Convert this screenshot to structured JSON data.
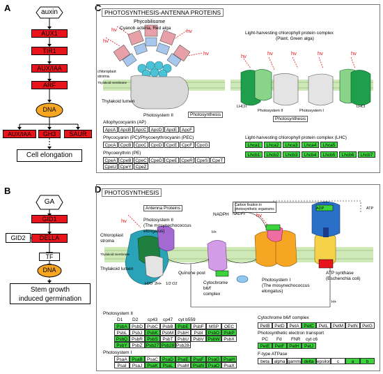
{
  "panels": {
    "A": "A",
    "B": "B",
    "C": "C",
    "D": "D"
  },
  "panelA": {
    "auxin": "auxin",
    "aux1": "AUX1",
    "tir1": "TIR1",
    "auxiaa": "AUX/IAA",
    "arf": "ARF",
    "dna": "DNA",
    "out1": "AUX/IAA",
    "out2": "GH3",
    "out3": "SAUR",
    "result": "Cell elongation"
  },
  "panelB": {
    "ga": "GA",
    "gid1": "GID1",
    "gid2": "GID2",
    "della": "DELLA",
    "tf": "TF",
    "dna": "DNA",
    "result_line1": "Stem growth",
    "result_line2": "induced germination"
  },
  "panelC": {
    "title": "PHOTOSYNTHESIS-ANTENNA PROTEINS",
    "phycobilisome": "Phycobilisome",
    "phyco_sub": "Cyanob acteria, Red alga",
    "lhc_title": "Light-harvesting chlorophyll protein complex",
    "lhc_sub": "(Plant, Green alga)",
    "hv": "hv",
    "chloroplast": "chloroplast",
    "stroma": "stroma",
    "thylakoid_membrane": "Thylakoid membrane",
    "thylakoid_lumen": "Thylakoid lumen",
    "ps2": "Photosystem II",
    "ps2b": "Photosystem II",
    "ps1": "Photosystem I",
    "photosynthesis_btn": "Photosynthesis",
    "photosynthesis_btn2": "Photosynthesis",
    "lhcii": "LHCII",
    "lhci": "LHCI",
    "ap_label": "Allophycocyanin (AP)",
    "ap": [
      "ApcA",
      "ApcB",
      "ApcC",
      "ApcD",
      "ApcE",
      "ApcF"
    ],
    "pc_label": "Phycocyanin (PC)/Phycoerythrocyanin (PEC)",
    "pc": [
      "CpcA",
      "CpcB",
      "CpcC",
      "CpcD",
      "CpcE",
      "CpcF",
      "CpcG"
    ],
    "pe_label": "Phycoerythrin (PE)",
    "pe1": [
      "CpeA",
      "CpeB",
      "CpeC",
      "CpeD",
      "CpeE",
      "CpeR",
      "CpeS",
      "CpeT"
    ],
    "pe2": [
      "CpeU",
      "CpeY",
      "CpeZ"
    ],
    "lhc_label": "Light-harvesting chlorophyll protein complex (LHC)",
    "lhca": [
      "Lhca1",
      "Lhca2",
      "Lhca3",
      "Lhca4",
      "Lhca5"
    ],
    "lhcb": [
      "Lhcb1",
      "Lhcb2",
      "Lhcb3",
      "Lhcb4",
      "Lhcb5",
      "Lhcb6",
      "Lhcb7"
    ]
  },
  "panelD": {
    "title": "PHOTOSYNTHESIS",
    "antenna_btn": "Antenna Proteins",
    "carbon_fix_line1": "Carbon fixation in",
    "carbon_fix_line2": "photosynthetic organisms",
    "nadph": "NADPH",
    "nadp": "NADP+",
    "h_plus": "H+",
    "atp": "ATP",
    "adp": "ADP",
    "hv": "hv",
    "chloroplast": "Chloroplast",
    "stroma": "stroma",
    "thylakoid_membrane": "Thylakoid membrane",
    "thylakoid_lumen": "Thylakoid lumen",
    "ps2_title": "Photosystem II",
    "ps2_sub1": "(The mosynechococcus",
    "ps2_sub2": "elongatus)",
    "quinone_pool": "Quinone pool",
    "cytb6f_1": "Cytochrome",
    "cytb6f_2": "b6/f",
    "cytb6f_3": "complex",
    "ps1_title": "Photosystem I",
    "ps1_sub1": "(The mosynechococcus",
    "ps1_sub2": "elongatus)",
    "atp_synthase_1": "ATP synthase",
    "atp_synthase_2": "(Eschenchia coli)",
    "water": "H2O",
    "o2": "1/2 O2",
    "two_h": "2H+",
    "ps2_list_label": "Photosystem II",
    "ps2_header": [
      "D1",
      "D2",
      "cp43",
      "cp47",
      "cyt b559"
    ],
    "ps2_rows": [
      [
        "PsbA",
        "PsbD",
        "PsbC",
        "PsbB",
        "PsbE",
        "PsbF",
        "MSP",
        "OEC"
      ],
      [
        "PsbL",
        "PsbJ",
        "PsbK",
        "PsbM",
        "PsbH",
        "PsbI",
        "PsbO",
        "PsbP"
      ],
      [
        "PsbQ",
        "PsbR",
        "PsbS",
        "PsbT",
        "PsbU",
        "PsbV",
        "PsbW",
        "PsbX"
      ],
      [
        "PsbY",
        "PsbZ",
        "Psb27",
        "Psb28",
        "Psb28-2"
      ]
    ],
    "ps1_list_label": "Photosystem I",
    "ps1_rows": [
      [
        "PsaA",
        "PsaB",
        "PsaC",
        "PsaD",
        "PsaE",
        "PsaF",
        "PsaG",
        "PsaH"
      ],
      [
        "PsaI",
        "PsaJ",
        "PsaK",
        "PsaL",
        "PsaM",
        "PsaN",
        "PsaO",
        "PsaX"
      ]
    ],
    "cyt_label": "Cytochrome b6/f complex",
    "cyt_row": [
      "PetB",
      "PetD",
      "PetA",
      "PetC",
      "PetL",
      "PetM",
      "PetN",
      "PetG"
    ],
    "pet_label": "Photosynthetic electron transport",
    "pet_header": [
      "PC",
      "Fd",
      "FNR",
      "cyt c6"
    ],
    "pet_row": [
      "PetE",
      "PetF",
      "PetH",
      "PetJ"
    ],
    "atpase_label": "F-type ATPase",
    "atpase_row": [
      "beta",
      "alpha",
      "gamma",
      "delta",
      "epsilon",
      "c",
      "a",
      "b"
    ]
  },
  "colors": {
    "red": "#e8141b",
    "green": "#3cd43c",
    "orange": "#f6a623"
  }
}
